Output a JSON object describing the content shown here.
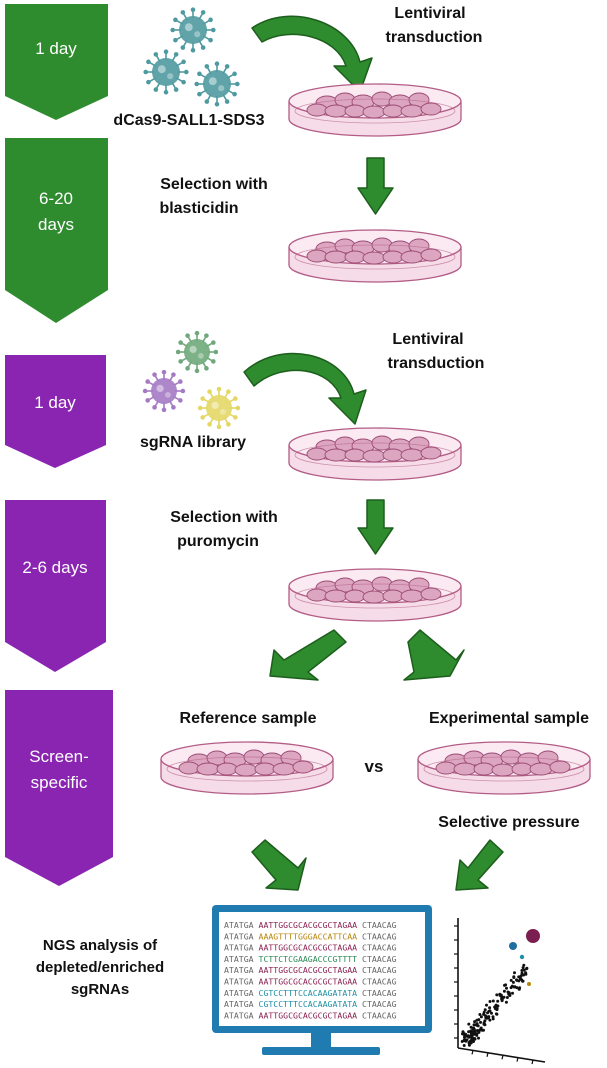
{
  "timeline": {
    "step1": {
      "duration": "1 day",
      "color": "#2e8b2e"
    },
    "step2": {
      "duration_line1": "6-20",
      "duration_line2": "days",
      "color": "#2e8b2e"
    },
    "step3": {
      "duration": "1 day",
      "color": "#8a25b1"
    },
    "step4": {
      "duration": "2-6 days",
      "color": "#8a25b1"
    },
    "step5": {
      "duration_line1": "Screen-",
      "duration_line2": "specific",
      "color": "#8a25b1"
    }
  },
  "labels": {
    "transduction1_line1": "Lentiviral",
    "transduction1_line2": "transduction",
    "vector1": "dCas9-SALL1-SDS3",
    "selection1_line1": "Selection with",
    "selection1_line2": "blasticidin",
    "transduction2_line1": "Lentiviral",
    "transduction2_line2": "transduction",
    "vector2": "sgRNA library",
    "selection2_line1": "Selection with",
    "selection2_line2": "puromycin",
    "reference": "Reference sample",
    "experimental": "Experimental sample",
    "vs": "vs",
    "pressure": "Selective pressure",
    "ngs_line1": "NGS analysis of",
    "ngs_line2": "depleted/enriched",
    "ngs_line3": "sgRNAs"
  },
  "sequences": [
    {
      "prefix": "ATATGA ",
      "guide": "AATTGGCGCACGCGCTAGAA",
      "suffix": " CTAACAG",
      "color": "#8b2252"
    },
    {
      "prefix": "ATATGA ",
      "guide": "AAAGTTTTGGGACCATTCAA",
      "suffix": " CTAACAG",
      "color": "#b8860b"
    },
    {
      "prefix": "ATATGA ",
      "guide": "AATTGGCGCACGCGCTAGAA",
      "suffix": " CTAACAG",
      "color": "#8b2252"
    },
    {
      "prefix": "ATATGA ",
      "guide": "TCTTCTCGAAGACCCGTTTT",
      "suffix": " CTAACAG",
      "color": "#2e8b57"
    },
    {
      "prefix": "ATATGA ",
      "guide": "AATTGGCGCACGCGCTAGAA",
      "suffix": " CTAACAG",
      "color": "#8b2252"
    },
    {
      "prefix": "ATATGA ",
      "guide": "AATTGGCGCACGCGCTAGAA",
      "suffix": " CTAACAG",
      "color": "#8b2252"
    },
    {
      "prefix": "ATATGA ",
      "guide": "CGTCCTTTCCACAAGATATA",
      "suffix": " CTAACAG",
      "color": "#1e90a8"
    },
    {
      "prefix": "ATATGA ",
      "guide": "CGTCCTTTCCACAAGATATA",
      "suffix": " CTAACAG",
      "color": "#1e90a8"
    },
    {
      "prefix": "ATATGA ",
      "guide": "AATTGGCGCACGCGCTAGAA",
      "suffix": " CTAACAG",
      "color": "#8b2252"
    }
  ],
  "colors": {
    "arrow": "#2e8b2e",
    "arrow_dark": "#1d5e1d",
    "dish_fill": "#f6dce8",
    "dish_stroke": "#b35d86",
    "cell_fill": "#dca5c0",
    "cell_stroke": "#9c4b73",
    "monitor": "#1f7bb0",
    "virus_teal": "#4f9aa0",
    "virus_green": "#6fa87a",
    "virus_purple": "#a57ac4",
    "virus_yellow": "#e3d765"
  }
}
